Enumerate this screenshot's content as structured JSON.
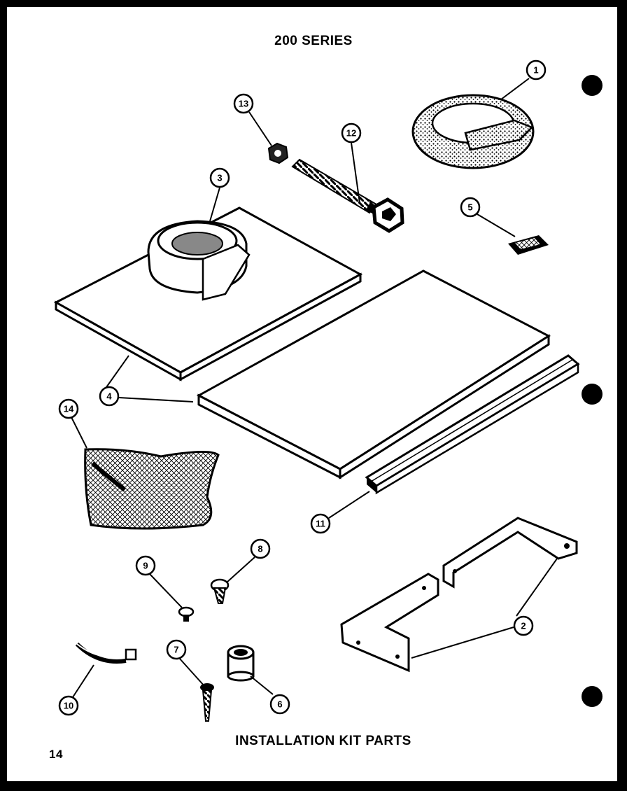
{
  "header": {
    "series_title": "200 SERIES"
  },
  "footer": {
    "caption": "INSTALLATION KIT PARTS",
    "page_number": "14"
  },
  "callouts": [
    {
      "id": "callout-1",
      "label": "1"
    },
    {
      "id": "callout-2",
      "label": "2"
    },
    {
      "id": "callout-3",
      "label": "3"
    },
    {
      "id": "callout-4",
      "label": "4"
    },
    {
      "id": "callout-5",
      "label": "5"
    },
    {
      "id": "callout-6",
      "label": "6"
    },
    {
      "id": "callout-7",
      "label": "7"
    },
    {
      "id": "callout-8",
      "label": "8"
    },
    {
      "id": "callout-9",
      "label": "9"
    },
    {
      "id": "callout-10",
      "label": "10"
    },
    {
      "id": "callout-11",
      "label": "11"
    },
    {
      "id": "callout-12",
      "label": "12"
    },
    {
      "id": "callout-13",
      "label": "13"
    },
    {
      "id": "callout-14",
      "label": "14"
    }
  ],
  "colors": {
    "ink": "#000000",
    "paper": "#ffffff",
    "border": "#000000"
  }
}
